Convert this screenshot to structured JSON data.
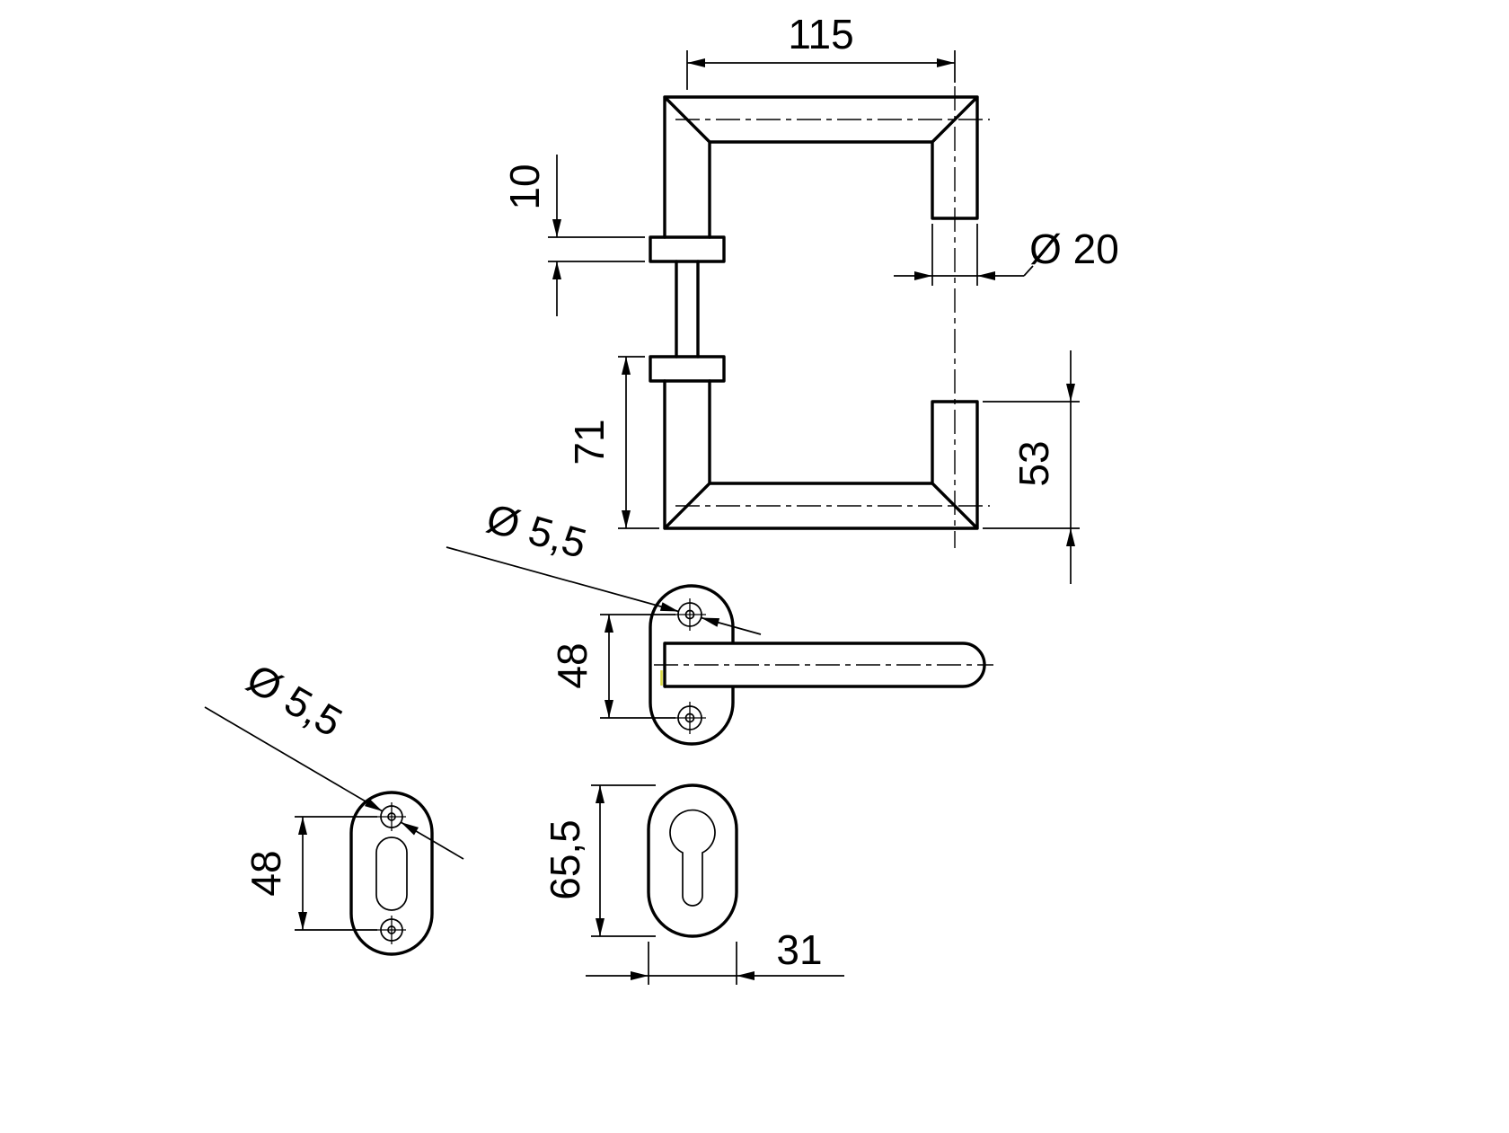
{
  "drawing": {
    "type": "technical-drawing-door-handle",
    "colors": {
      "background": "#ffffff",
      "line": "#000000",
      "artifact": "#d8d843"
    },
    "views": {
      "handle_front": {
        "grip_length": "115",
        "collar_thickness": "10",
        "tube_diameter": "Ø 20",
        "stem_length": "71",
        "return_length": "53"
      },
      "handle_side": {
        "screw_hole_diameter": "Ø 5,5",
        "screw_spacing": "48"
      },
      "rosette_rear": {
        "screw_hole_diameter": "Ø 5,5",
        "screw_spacing": "48"
      },
      "escutcheon": {
        "height": "65,5",
        "width": "31"
      }
    }
  }
}
